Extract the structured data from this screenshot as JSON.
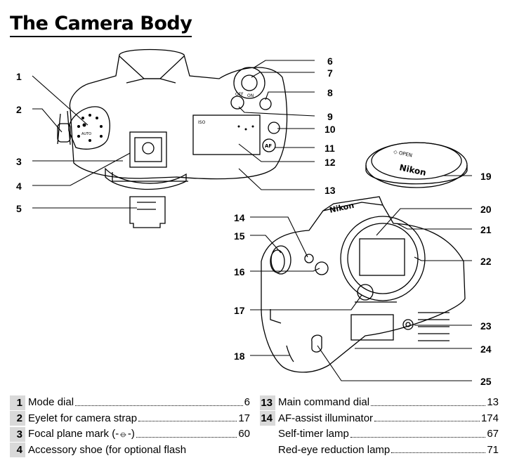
{
  "title": "The Camera Body",
  "callouts": [
    "1",
    "2",
    "3",
    "4",
    "5",
    "6",
    "7",
    "8",
    "9",
    "10",
    "11",
    "12",
    "13",
    "14",
    "15",
    "16",
    "17",
    "18",
    "19",
    "20",
    "21",
    "22",
    "23",
    "24",
    "25"
  ],
  "diagram_text": {
    "nikon_body": "Nikon",
    "nikon_cap": "Nikon",
    "open_mark": "◇ OPEN",
    "switch_off": "OFF",
    "switch_on": "ON",
    "af_button": "AF",
    "lcd_label": "ISO",
    "mode_auto": "AUTO"
  },
  "index_left": [
    {
      "num": "1",
      "label": "Mode dial",
      "page": "6"
    },
    {
      "num": "2",
      "label": "Eyelet for camera strap",
      "page": "17"
    },
    {
      "num": "3",
      "label": "Focal plane mark (-⦵-)",
      "page": "60"
    },
    {
      "num": "4",
      "label": "Accessory shoe (for optional flash",
      "page": ""
    }
  ],
  "index_right": [
    {
      "num": "13",
      "label": "Main command dial",
      "page": "13"
    },
    {
      "num": "14",
      "label": "AF-assist illuminator",
      "page": "174"
    },
    {
      "num": "",
      "label": "Self-timer lamp",
      "page": "67"
    },
    {
      "num": "",
      "label": "Red-eye reduction lamp",
      "page": "71"
    }
  ]
}
